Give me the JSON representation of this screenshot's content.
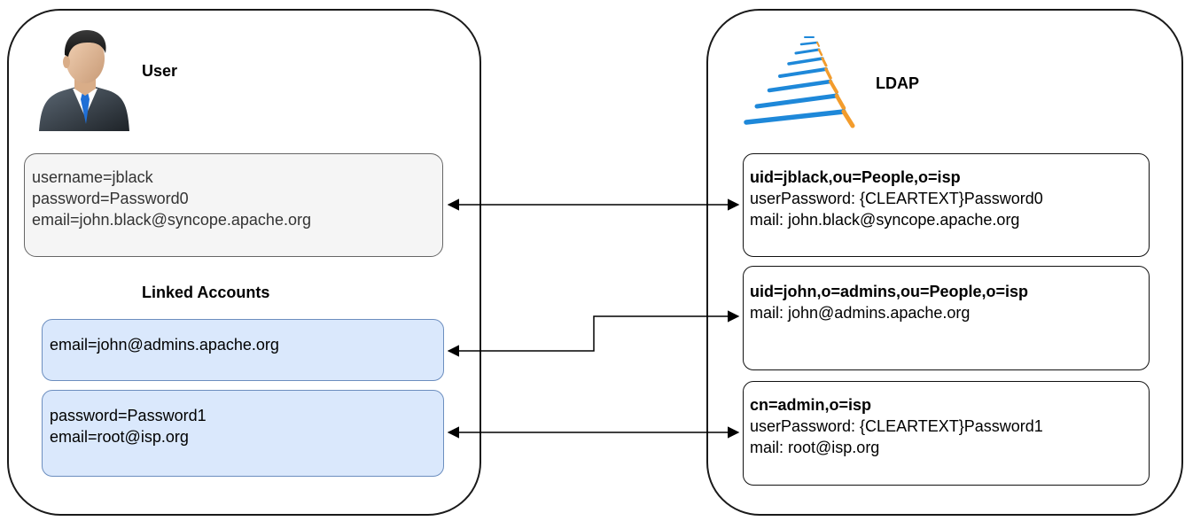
{
  "user": {
    "title": "User",
    "attributes": [
      "username=jblack",
      "password=Password0",
      "email=john.black@syncope.apache.org"
    ],
    "linked_title": "Linked Accounts",
    "linked_accounts": [
      {
        "lines": [
          "email=john@admins.apache.org"
        ]
      },
      {
        "lines": [
          "password=Password1",
          "email=root@isp.org"
        ]
      }
    ]
  },
  "ldap": {
    "title": "LDAP",
    "entries": [
      {
        "dn": "uid=jblack,ou=People,o=isp",
        "lines": [
          "userPassword: {CLEARTEXT}Password0",
          "mail: john.black@syncope.apache.org"
        ]
      },
      {
        "dn": "uid=john,o=admins,ou=People,o=isp",
        "lines": [
          "mail: john@admins.apache.org"
        ]
      },
      {
        "dn": "cn=admin,o=isp",
        "lines": [
          "userPassword: {CLEARTEXT}Password1",
          "mail: root@isp.org"
        ]
      }
    ]
  },
  "colors": {
    "user_attr_fill": "#f5f5f5",
    "user_attr_stroke": "#666666",
    "linked_fill": "#dae8fc",
    "linked_stroke": "#6c8ebf",
    "ldap_icon_blue": "#1e88d9",
    "ldap_icon_orange": "#f39c2c"
  },
  "icons": {
    "user": "businessman-icon",
    "ldap": "ldap-pyramid-icon"
  }
}
